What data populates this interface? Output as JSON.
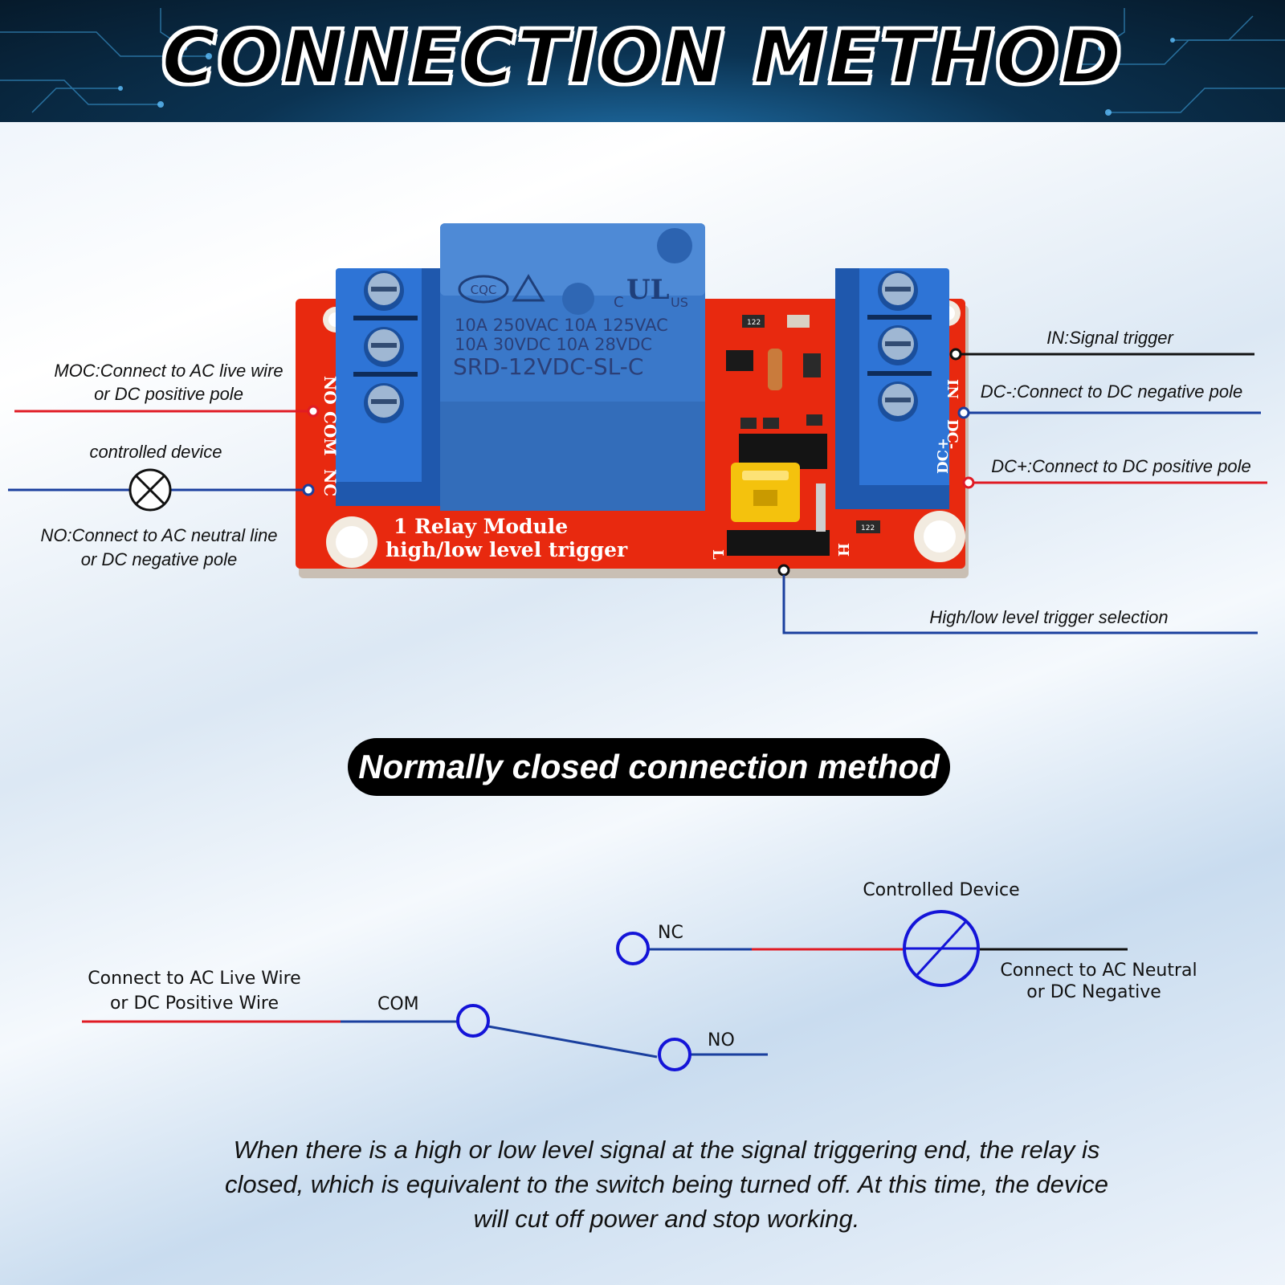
{
  "title": "CONNECTION METHOD",
  "module": {
    "relay_cert_cqc": "CQC",
    "relay_cert_ul": "US",
    "relay_cert_c": "C",
    "relay_rating_1": "10A 250VAC  10A 125VAC",
    "relay_rating_2": "10A   30VDC  10A  28VDC",
    "relay_model": "SRD-12VDC-SL-C",
    "board_text_1": "1 Relay Module",
    "board_text_2": "high/low level trigger",
    "pin_no": "NO",
    "pin_com": "COM",
    "pin_nc": "NC",
    "pin_in": "IN",
    "pin_dcm": "DC-",
    "pin_dcp": "DC+",
    "jumper_l": "L",
    "jumper_h": "H",
    "smd_1": "122",
    "smd_2": "122"
  },
  "labels": {
    "moc_1": "MOC:Connect to AC live wire",
    "moc_2": "or DC positive pole",
    "controlled_device": "controlled device",
    "no_1": "NO:Connect to AC neutral line",
    "no_2": "or DC negative pole",
    "in_signal": "IN:Signal trigger",
    "dc_minus": "DC-:Connect to DC negative pole",
    "dc_plus": "DC+:Connect to DC positive pole",
    "trigger_select": "High/low level trigger selection"
  },
  "section_title": "Normally closed connection method",
  "schematic": {
    "controlled_device": "Controlled Device",
    "nc": "NC",
    "com": "COM",
    "no": "NO",
    "live_1": "Connect to AC Live Wire",
    "live_2": "or DC Positive Wire",
    "neutral_1": "Connect to AC Neutral",
    "neutral_2": "or DC Negative"
  },
  "description": "When there is a high or low level signal at the signal triggering end, the relay is closed, which is equivalent to the switch being turned off. At this time, the device will cut off power and stop working.",
  "colors": {
    "board_red": "#e8290f",
    "relay_blue": "#3a78c9",
    "terminal_blue": "#2e74d6",
    "jumper_yellow": "#f4c20d",
    "wire_red": "#e01b24",
    "wire_blue": "#1a3f9e",
    "schematic_blue": "#1414d8"
  }
}
